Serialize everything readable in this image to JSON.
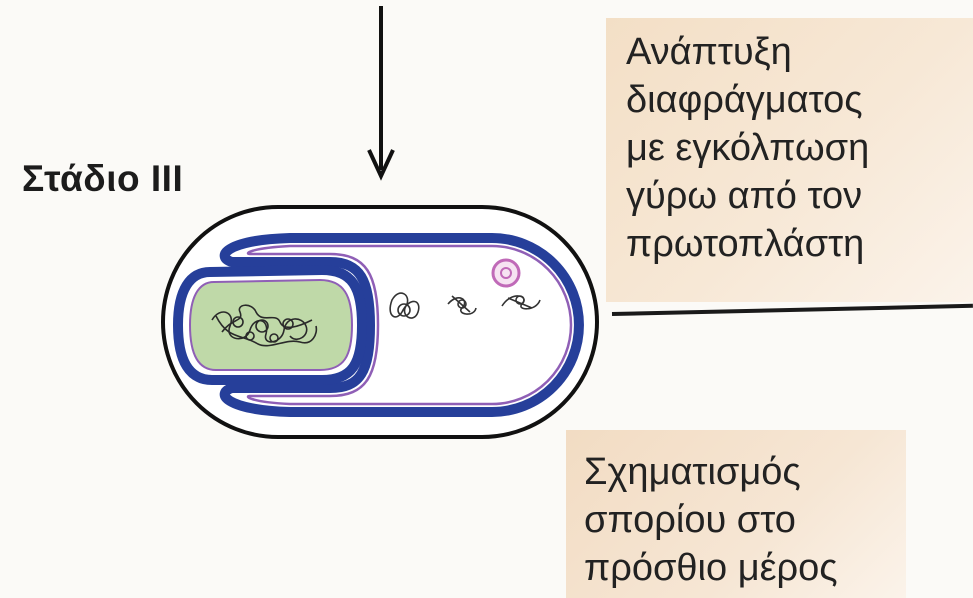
{
  "diagram": {
    "stage_label": "Στάδιο ΙΙΙ",
    "caption_top": {
      "line1": "Ανάπτυξη",
      "line2": "διαφράγματος",
      "line3": "με εγκόλπωση",
      "line4": "γύρω από τον",
      "line5": "πρωτοπλάστη"
    },
    "caption_bottom": {
      "line1": "Σχηματισμός",
      "line2": "σπορίου στο",
      "line3": "πρόσθιο μέρος"
    },
    "colors": {
      "membrane": "#263f9a",
      "cell_wall": "#111111",
      "forespore_fill": "#bfd9a8",
      "granule": "#c06ab8",
      "caption_background": "#f5e2cc"
    }
  }
}
